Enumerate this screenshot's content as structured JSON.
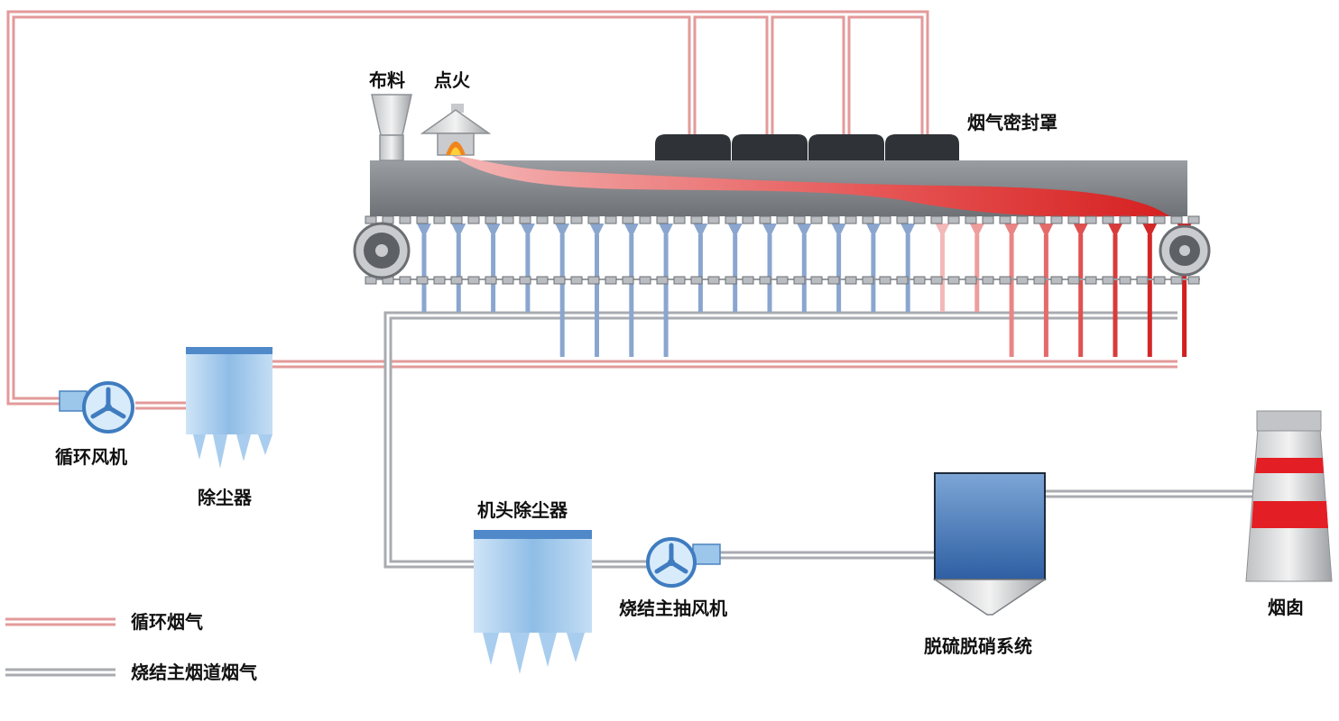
{
  "labels": {
    "feeding": "布料",
    "ignition": "点火",
    "hood": "烟气密封罩",
    "circulating_fan": "循环风机",
    "dust_collector": "除尘器",
    "head_dust_collector": "机头除尘器",
    "main_exhaust_fan": "烧结主抽风机",
    "desulfurization_system": "脱硫脱硝系统",
    "chimney": "烟囱"
  },
  "legend": [
    {
      "label": "循环烟气",
      "color": "#e39a9a"
    },
    {
      "label": "烧结主烟道烟气",
      "color": "#a8abb0"
    }
  ],
  "colors": {
    "recirc_pipe": "#e39a9a",
    "main_pipe": "#a8abb0",
    "equipment_blue": "#9cc6ea",
    "machine_gray": "#8a8d91",
    "hot_zone": "#e03a3a"
  }
}
